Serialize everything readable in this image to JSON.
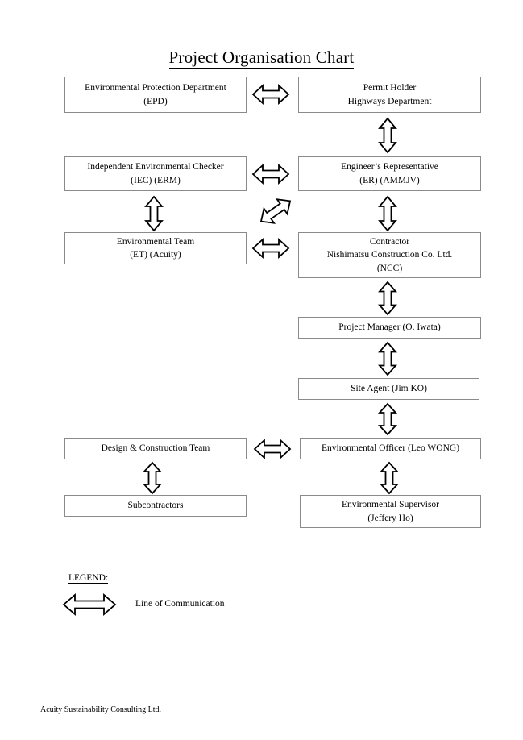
{
  "document": {
    "title": "Project Organisation Chart",
    "footer": "Acuity Sustainability Consulting Ltd."
  },
  "nodes": {
    "epd": {
      "line1": "Environmental Protection Department",
      "line2": "(EPD)"
    },
    "permit": {
      "line1": "Permit Holder",
      "line2": "Highways Department"
    },
    "iec": {
      "line1": "Independent Environmental Checker",
      "line2": "(IEC) (ERM)"
    },
    "er": {
      "line1": "Engineer’s Representative",
      "line2": "(ER) (AMMJV)"
    },
    "et": {
      "line1": "Environmental Team",
      "line2": "(ET) (Acuity)"
    },
    "contractor": {
      "line1": "Contractor",
      "line2": "Nishimatsu Construction Co. Ltd.",
      "line3": "(NCC)"
    },
    "pm": {
      "line1": "Project Manager (O. Iwata)"
    },
    "site_agent": {
      "line1": "Site Agent (Jim KO)"
    },
    "design": {
      "line1": "Design & Construction Team"
    },
    "eo": {
      "line1": "Environmental Officer (Leo WONG)"
    },
    "subcon": {
      "line1": "Subcontractors"
    },
    "es": {
      "line1": "Environmental Supervisor",
      "line2": "(Jeffery Ho)"
    }
  },
  "legend": {
    "heading": "LEGEND:",
    "arrow_label": "Line of Communication"
  },
  "colors": {
    "box_border": "#8a8a8a",
    "arrow_stroke": "#000000",
    "arrow_fill": "#ffffff",
    "text": "#000000",
    "page_background": "#ffffff"
  }
}
